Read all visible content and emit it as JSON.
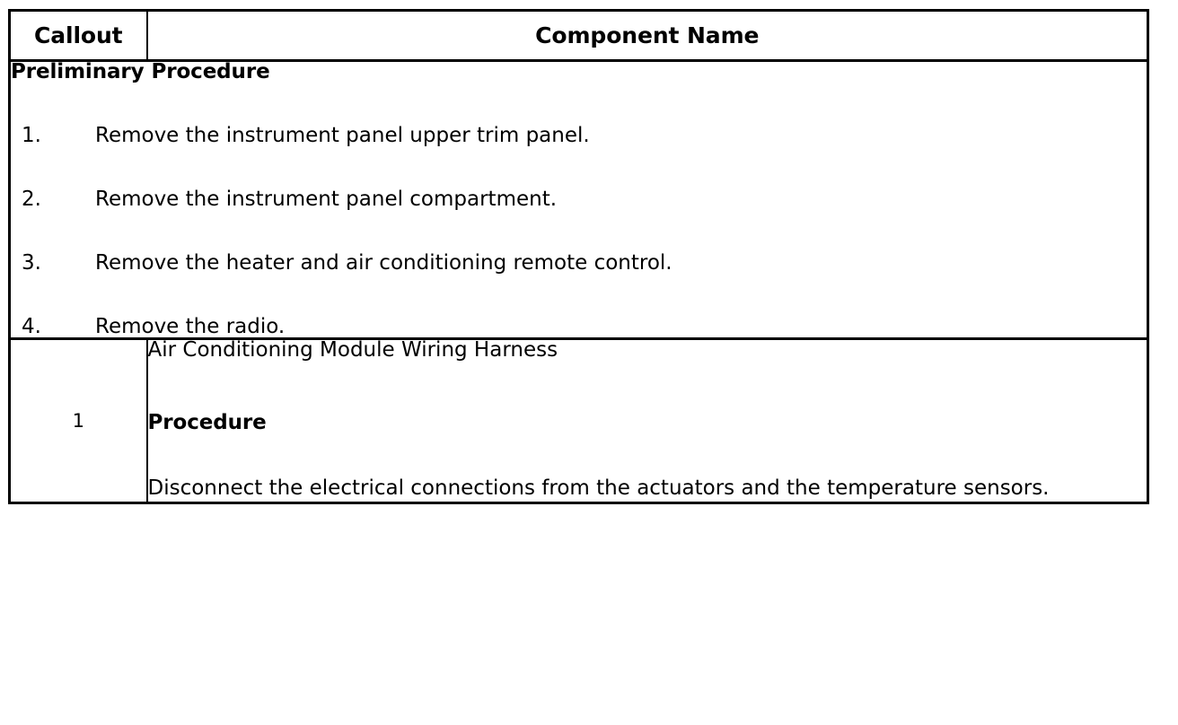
{
  "table": {
    "headers": {
      "callout": "Callout",
      "component_name": "Component Name"
    },
    "preliminary": {
      "title": "Preliminary Procedure",
      "steps": [
        {
          "number": "1.",
          "text": "Remove the instrument panel upper trim panel."
        },
        {
          "number": "2.",
          "text": "Remove the instrument panel compartment."
        },
        {
          "number": "3.",
          "text": "Remove the heater and air conditioning remote control."
        },
        {
          "number": "4.",
          "text": "Remove the radio."
        }
      ]
    },
    "rows": [
      {
        "callout": "1",
        "component_name": "Air Conditioning Module Wiring Harness",
        "procedure_title": "Procedure",
        "procedure_text": "Disconnect the electrical connections from the actuators and the temperature sensors."
      }
    ]
  },
  "colors": {
    "border": "#000000",
    "text": "#000000",
    "background": "#ffffff"
  }
}
